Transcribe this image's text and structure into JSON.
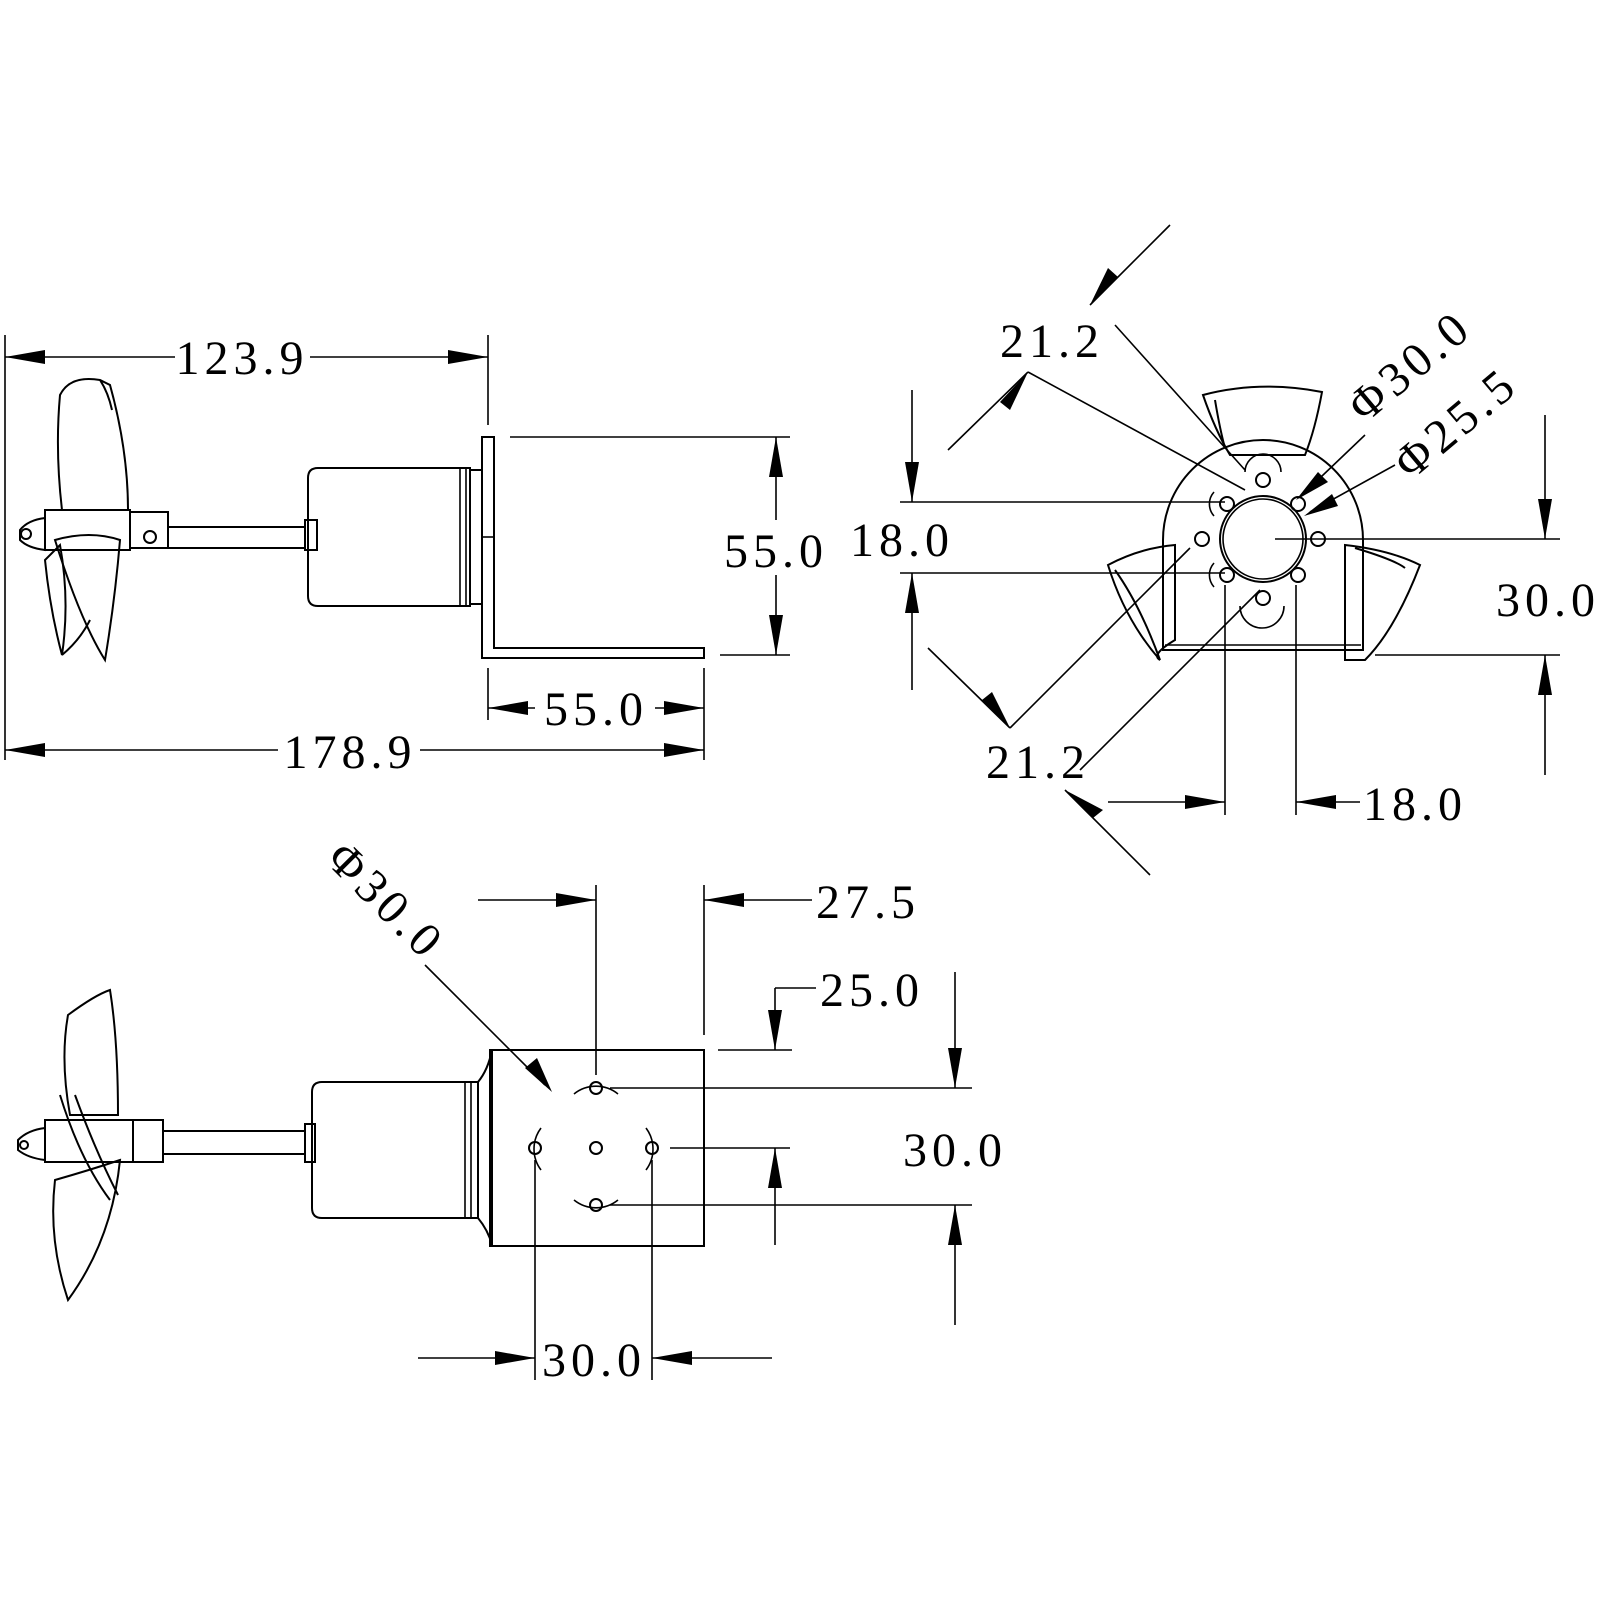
{
  "side_view": {
    "overall_length": "178.9",
    "prop_to_bracket": "123.9",
    "bracket_height": "55.0",
    "bracket_base": "55.0"
  },
  "end_view": {
    "diag_top": "21.2",
    "diag_bottom": "21.2",
    "hole_circle_outer": "Φ30.0",
    "hole_circle_inner": "Φ25.5",
    "vertical_spacing": "18.0",
    "horizontal_spacing": "18.0",
    "base_height": "30.0"
  },
  "top_view": {
    "hole_circle": "Φ30.0",
    "offset_x": "27.5",
    "offset_y": "25.0",
    "vertical_spacing": "30.0",
    "horizontal_spacing": "30.0"
  }
}
